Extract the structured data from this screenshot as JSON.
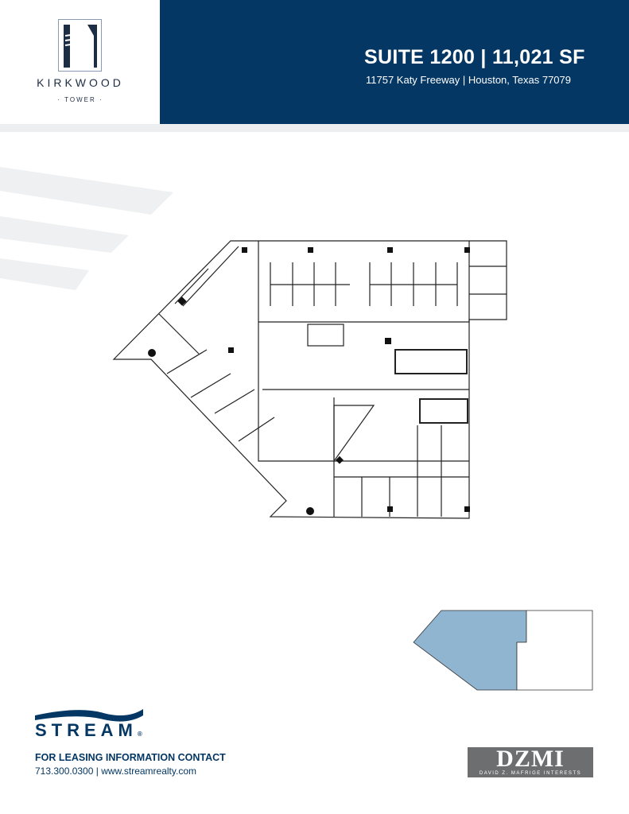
{
  "brand": {
    "name": "KIRKWOOD",
    "sub": "· TOWER ·"
  },
  "header": {
    "title": "SUITE 1200 | 11,021 SF",
    "address": "11757 Katy Freeway | Houston, Texas 77079"
  },
  "footer": {
    "stream_logo": "STREAM",
    "stream_reg": "®",
    "contact_heading": "FOR LEASING INFORMATION CONTACT",
    "contact_line": "713.300.0300 | www.streamrealty.com",
    "dzmi_logo": "DZMI",
    "dzmi_sub": "DAVID Z. MAFRIGE INTERESTS"
  },
  "colors": {
    "navy": "#043763",
    "highlight": "#8fb5d1"
  }
}
